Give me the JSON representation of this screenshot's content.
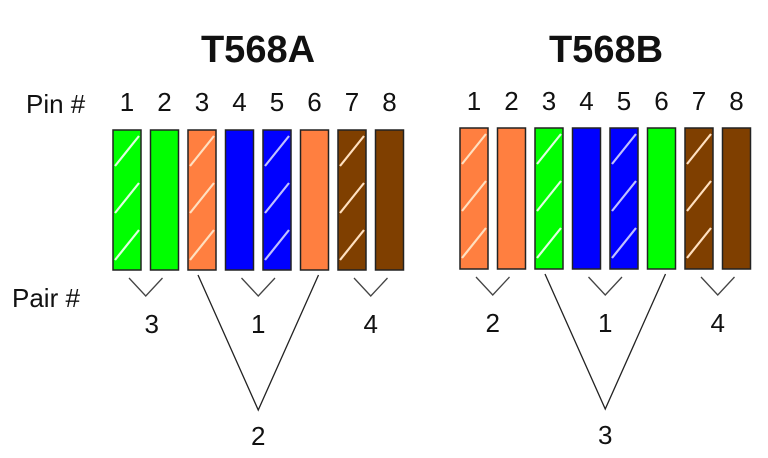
{
  "labels": {
    "pin": "Pin #",
    "pair": "Pair #"
  },
  "colors": {
    "green": "#00ff00",
    "orange": "#ff7f40",
    "blue": "#0000ff",
    "brown": "#7f3f00",
    "stripe": "#ffe0c0",
    "stripe_blue": "#c0c0ff",
    "stripe_green": "#e0ffe0"
  },
  "standards": [
    {
      "title": "T568A",
      "pins": [
        "1",
        "2",
        "3",
        "4",
        "5",
        "6",
        "7",
        "8"
      ],
      "wires": [
        {
          "color": "green",
          "striped": true
        },
        {
          "color": "green",
          "striped": false
        },
        {
          "color": "orange",
          "striped": true
        },
        {
          "color": "blue",
          "striped": false
        },
        {
          "color": "blue",
          "striped": true
        },
        {
          "color": "orange",
          "striped": false
        },
        {
          "color": "brown",
          "striped": true
        },
        {
          "color": "brown",
          "striped": false
        }
      ],
      "pairs": [
        {
          "label": "3",
          "pins": [
            1,
            2
          ],
          "long": false
        },
        {
          "label": "1",
          "pins": [
            4,
            5
          ],
          "long": false
        },
        {
          "label": "4",
          "pins": [
            7,
            8
          ],
          "long": false
        },
        {
          "label": "2",
          "pins": [
            3,
            6
          ],
          "long": true
        }
      ]
    },
    {
      "title": "T568B",
      "pins": [
        "1",
        "2",
        "3",
        "4",
        "5",
        "6",
        "7",
        "8"
      ],
      "wires": [
        {
          "color": "orange",
          "striped": true
        },
        {
          "color": "orange",
          "striped": false
        },
        {
          "color": "green",
          "striped": true
        },
        {
          "color": "blue",
          "striped": false
        },
        {
          "color": "blue",
          "striped": true
        },
        {
          "color": "green",
          "striped": false
        },
        {
          "color": "brown",
          "striped": true
        },
        {
          "color": "brown",
          "striped": false
        }
      ],
      "pairs": [
        {
          "label": "2",
          "pins": [
            1,
            2
          ],
          "long": false
        },
        {
          "label": "1",
          "pins": [
            4,
            5
          ],
          "long": false
        },
        {
          "label": "4",
          "pins": [
            7,
            8
          ],
          "long": false
        },
        {
          "label": "3",
          "pins": [
            3,
            6
          ],
          "long": true
        }
      ]
    }
  ]
}
